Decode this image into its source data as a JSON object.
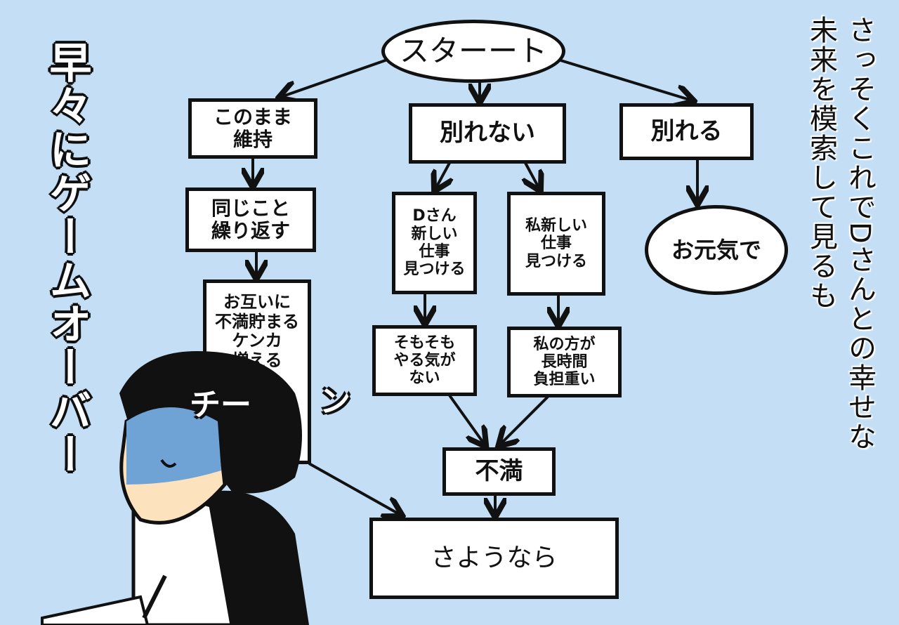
{
  "title": "早々にゲームオーバー",
  "narration": [
    "さっそくこれでDさんとの幸せな",
    "未来を模索して見るも"
  ],
  "flowchart": {
    "start": "スターート",
    "keep": "このまま\n維持",
    "no_break": "別れない",
    "break": "別れる",
    "repeat": "同じこと\n繰り返す",
    "d_new_job": "Dさん\n新しい\n仕事\n見つける",
    "my_new_job": "私新しい\n仕事\n見つける",
    "farewell_well": "お元気で",
    "resentment": "お互いに\n不満貯まる\nケンカ\n増える",
    "no_motivation": "そもそも\nやる気が\nない",
    "my_burden": "私の方が\n長時間\n負担重い",
    "dissatisfaction": "不満",
    "goodbye": "さようなら"
  },
  "sfx": {
    "chi": "チー",
    "n": "ン"
  },
  "colors": {
    "background": "#c4dff5",
    "hair": "#111111",
    "face_shadow": "#6fa3d6",
    "skin": "#fde3bd"
  }
}
